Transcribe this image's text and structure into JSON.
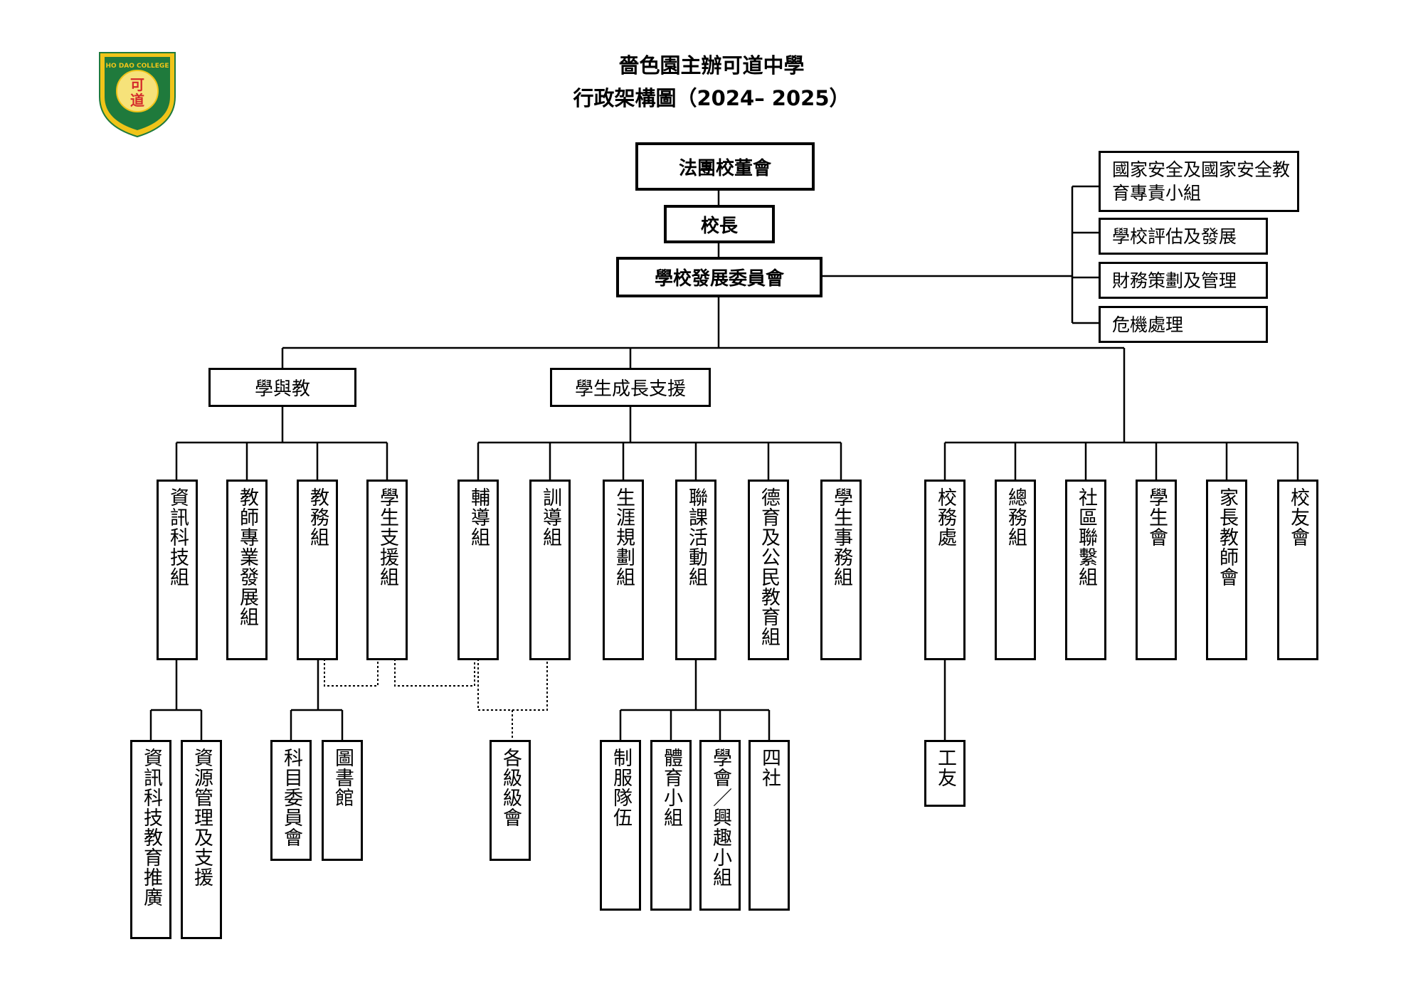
{
  "logo": {
    "text": "HO DAO COLLEGE",
    "seal": "可道"
  },
  "header": {
    "school_name": "嗇色園主辦可道中學",
    "chart_title": "行政架構圖（2024– 2025）"
  },
  "top": {
    "board": "法團校董會",
    "principal": "校長",
    "committee": "學校發展委員會"
  },
  "side_committees": [
    "國家安全及國家安全教育專責小組",
    "學校評估及發展",
    "財務策劃及管理",
    "危機處理"
  ],
  "divisions": {
    "learning": "學與教",
    "student_support": "學生成長支援"
  },
  "groups": [
    "資訊科技組",
    "教師專業發展組",
    "教務組",
    "學生支援組",
    "輔導組",
    "訓導組",
    "生涯規劃組",
    "聯課活動組",
    "德育及公民教育組",
    "學生事務組",
    "校務處",
    "總務組",
    "社區聯繫組",
    "學生會",
    "家長教師會",
    "校友會"
  ],
  "subgroups": {
    "it": [
      "資訊科技教育推廣",
      "資源管理及支援"
    ],
    "academic": [
      "科目委員會",
      "圖書館"
    ],
    "grade": "各級級會",
    "eca": [
      "制服隊伍",
      "體育小組",
      "學會／興趣小組",
      "四社"
    ],
    "office": "工友"
  },
  "colors": {
    "logo_green": "#1f7a3c",
    "logo_yellow": "#f0c419",
    "logo_red": "#d42b2b"
  }
}
